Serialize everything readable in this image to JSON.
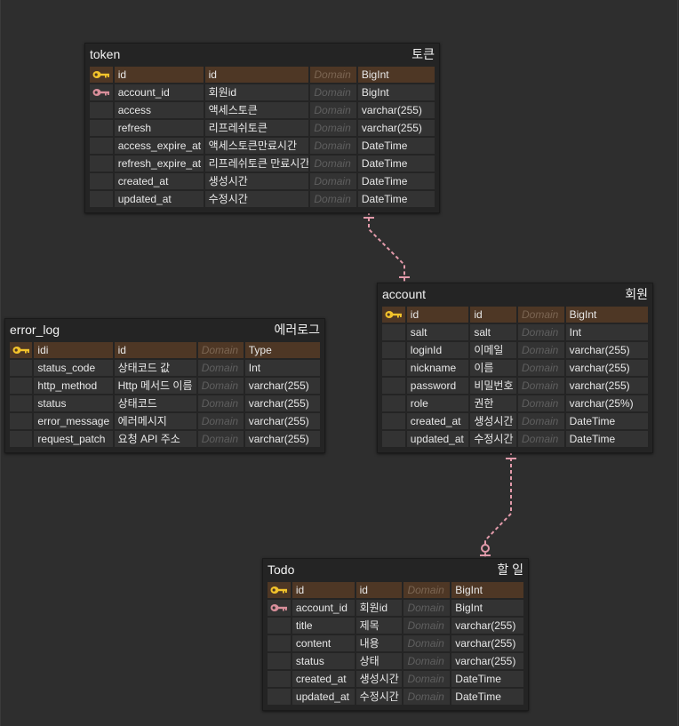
{
  "entities": {
    "token": {
      "name": "token",
      "label": "토큰",
      "rows": [
        {
          "key": "pk",
          "column": "id",
          "logical": "id",
          "domain": "Domain",
          "type": "BigInt"
        },
        {
          "key": "fk",
          "column": "account_id",
          "logical": "회원id",
          "domain": "Domain",
          "type": "BigInt"
        },
        {
          "key": "",
          "column": "access",
          "logical": "액세스토큰",
          "domain": "Domain",
          "type": "varchar(255)"
        },
        {
          "key": "",
          "column": "refresh",
          "logical": "리프레쉬토큰",
          "domain": "Domain",
          "type": "varchar(255)"
        },
        {
          "key": "",
          "column": "access_expire_at",
          "logical": "액세스토큰만료시간",
          "domain": "Domain",
          "type": "DateTime"
        },
        {
          "key": "",
          "column": "refresh_expire_at",
          "logical": "리프레쉬토큰 만료시간",
          "domain": "Domain",
          "type": "DateTime"
        },
        {
          "key": "",
          "column": "created_at",
          "logical": "생성시간",
          "domain": "Domain",
          "type": "DateTime"
        },
        {
          "key": "",
          "column": "updated_at",
          "logical": "수정시간",
          "domain": "Domain",
          "type": "DateTime"
        }
      ]
    },
    "account": {
      "name": "account",
      "label": "회원",
      "rows": [
        {
          "key": "pk",
          "column": "id",
          "logical": "id",
          "domain": "Domain",
          "type": "BigInt"
        },
        {
          "key": "",
          "column": "salt",
          "logical": "salt",
          "domain": "Domain",
          "type": "Int"
        },
        {
          "key": "",
          "column": "loginId",
          "logical": "이메일",
          "domain": "Domain",
          "type": "varchar(255)"
        },
        {
          "key": "",
          "column": "nickname",
          "logical": "이름",
          "domain": "Domain",
          "type": "varchar(255)"
        },
        {
          "key": "",
          "column": "password",
          "logical": "비밀번호",
          "domain": "Domain",
          "type": "varchar(255)"
        },
        {
          "key": "",
          "column": "role",
          "logical": "권한",
          "domain": "Domain",
          "type": "varchar(25%)"
        },
        {
          "key": "",
          "column": "created_at",
          "logical": "생성시간",
          "domain": "Domain",
          "type": "DateTime"
        },
        {
          "key": "",
          "column": "updated_at",
          "logical": "수정시간",
          "domain": "Domain",
          "type": "DateTime"
        }
      ]
    },
    "error_log": {
      "name": "error_log",
      "label": "에러로그",
      "rows": [
        {
          "key": "pk",
          "column": "idi",
          "logical": "id",
          "domain": "Domain",
          "type": "Type"
        },
        {
          "key": "",
          "column": "status_code",
          "logical": "상태코드 값",
          "domain": "Domain",
          "type": "Int"
        },
        {
          "key": "",
          "column": "http_method",
          "logical": "Http 메서드 이름",
          "domain": "Domain",
          "type": "varchar(255)"
        },
        {
          "key": "",
          "column": "status",
          "logical": "상태코드",
          "domain": "Domain",
          "type": "varchar(255)"
        },
        {
          "key": "",
          "column": "error_message",
          "logical": "에러메시지",
          "domain": "Domain",
          "type": "varchar(255)"
        },
        {
          "key": "",
          "column": "request_patch",
          "logical": "요청 API 주소",
          "domain": "Domain",
          "type": "varchar(255)"
        }
      ]
    },
    "todo": {
      "name": "Todo",
      "label": "할 일",
      "rows": [
        {
          "key": "pk",
          "column": "id",
          "logical": "id",
          "domain": "Domain",
          "type": "BigInt"
        },
        {
          "key": "fk",
          "column": "account_id",
          "logical": "회원id",
          "domain": "Domain",
          "type": "BigInt"
        },
        {
          "key": "",
          "column": "title",
          "logical": "제목",
          "domain": "Domain",
          "type": "varchar(255)"
        },
        {
          "key": "",
          "column": "content",
          "logical": "내용",
          "domain": "Domain",
          "type": "varchar(255)"
        },
        {
          "key": "",
          "column": "status",
          "logical": "상태",
          "domain": "Domain",
          "type": "varchar(255)"
        },
        {
          "key": "",
          "column": "created_at",
          "logical": "생성시간",
          "domain": "Domain",
          "type": "DateTime"
        },
        {
          "key": "",
          "column": "updated_at",
          "logical": "수정시간",
          "domain": "Domain",
          "type": "DateTime"
        }
      ]
    }
  },
  "relationships": [
    {
      "from": "account",
      "to": "token",
      "type": "one-to-many"
    },
    {
      "from": "account",
      "to": "Todo",
      "type": "one-to-many"
    }
  ],
  "colors": {
    "canvas": "#2e2e2e",
    "entity": "#242424",
    "cell": "#333333",
    "pk_row": "#4e3725",
    "pk_key": "#f3c32b",
    "fk_key": "#d98f9b",
    "relationship": "#e29aaa"
  },
  "icons": {
    "pk": "primary-key-icon",
    "fk": "foreign-key-icon"
  }
}
